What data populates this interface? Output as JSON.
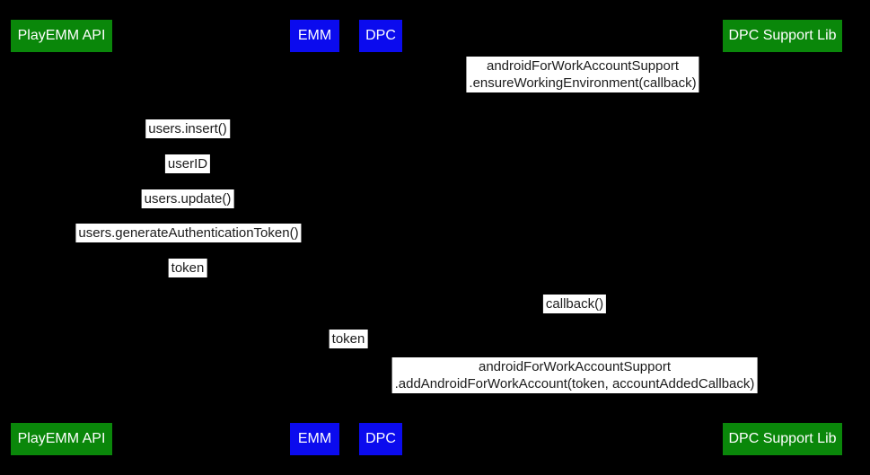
{
  "theme": {
    "background": "#000000",
    "actor_green": "#0a870a",
    "actor_blue": "#0b0bee",
    "actor_text": "#ffffff",
    "message_bg": "#ffffff",
    "message_text": "#1c1c1c"
  },
  "actors": [
    {
      "label": "PlayEMM API",
      "color": "green"
    },
    {
      "label": "EMM",
      "color": "blue"
    },
    {
      "label": "DPC",
      "color": "blue"
    },
    {
      "label": "DPC Support Lib",
      "color": "green"
    }
  ],
  "messages": [
    {
      "lines": [
        "androidForWorkAccountSupport",
        ".ensureWorkingEnvironment(callback)"
      ]
    },
    {
      "lines": [
        "users.insert()"
      ]
    },
    {
      "lines": [
        "userID"
      ]
    },
    {
      "lines": [
        "users.update()"
      ]
    },
    {
      "lines": [
        "users.generateAuthenticationToken()"
      ]
    },
    {
      "lines": [
        "token"
      ]
    },
    {
      "lines": [
        "callback()"
      ]
    },
    {
      "lines": [
        "token"
      ]
    },
    {
      "lines": [
        "androidForWorkAccountSupport",
        ".addAndroidForWorkAccount(token, accountAddedCallback)"
      ]
    }
  ]
}
